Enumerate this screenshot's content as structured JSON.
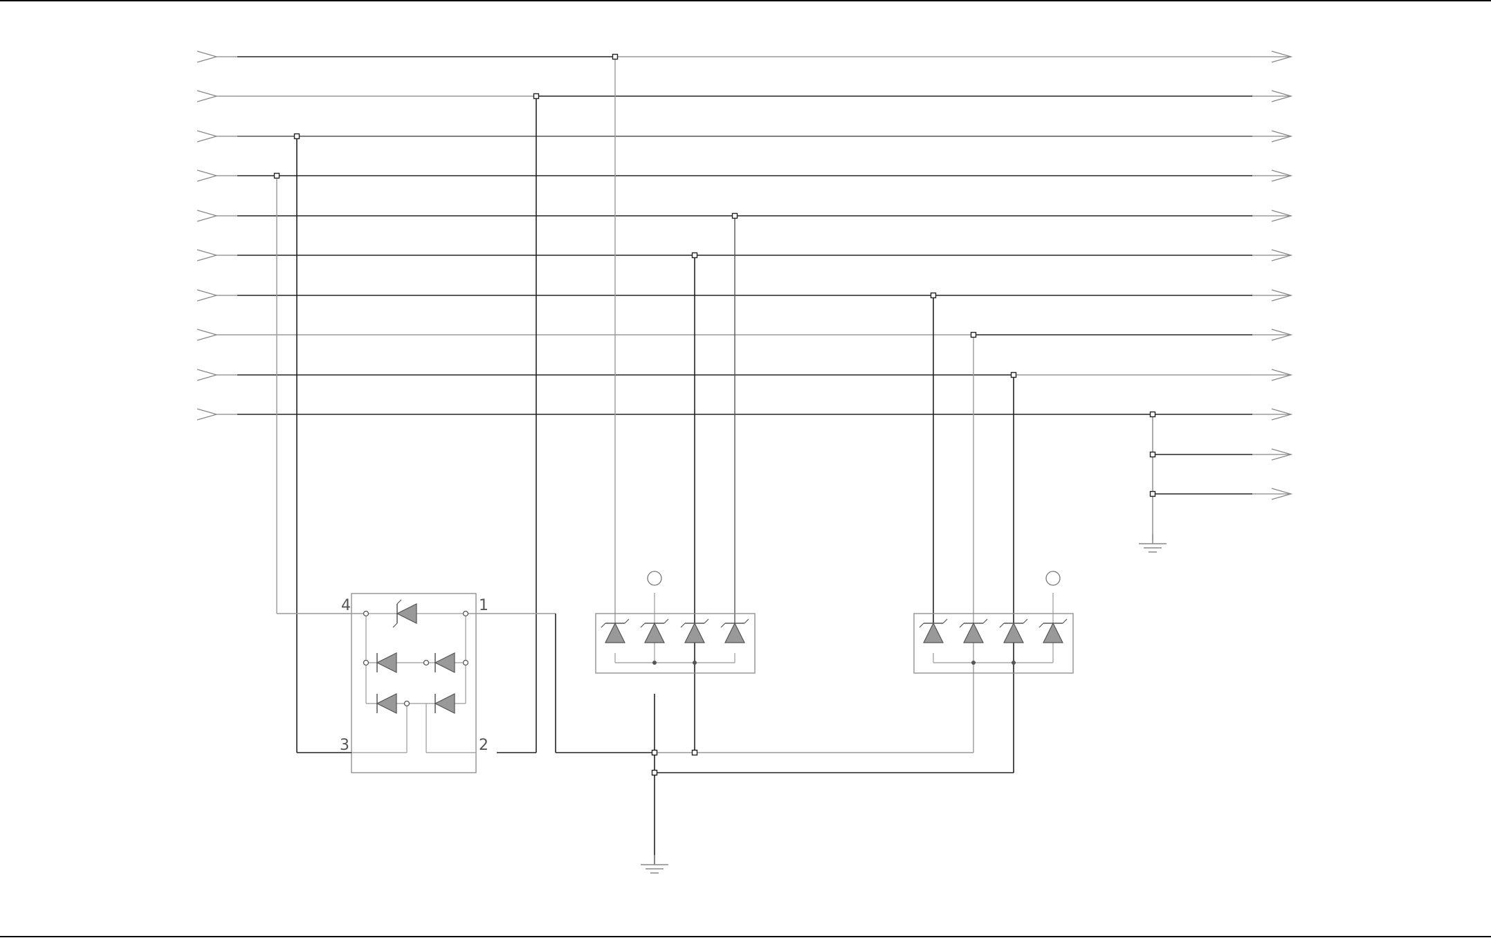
{
  "diagram": {
    "type": "electrical-schematic",
    "colors": {
      "background": "#ffffff",
      "wire_dark": "#222222",
      "wire_light": "#8c8c8c",
      "component_fill": "#999999",
      "frame": "#000000"
    },
    "icons": [
      "input-arrow-icon",
      "output-arrow-icon",
      "ground-icon",
      "diode-icon",
      "zener-diode-icon",
      "test-point-icon",
      "junction-icon"
    ],
    "bridge_pins": [
      "4",
      "1",
      "3",
      "2"
    ],
    "bus_line_count": 12,
    "diode_arrays": 2,
    "diodes_per_array": 4
  }
}
